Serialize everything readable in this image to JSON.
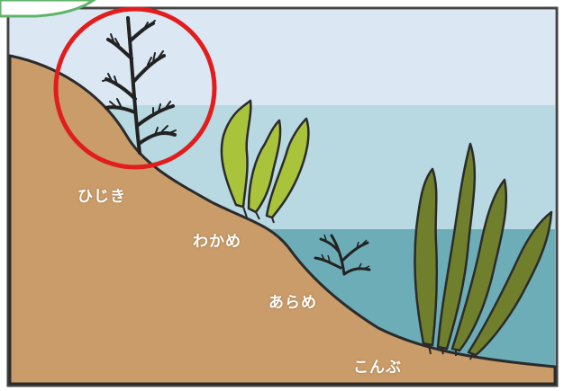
{
  "labels": {
    "hijiki": "ひじき",
    "wakame": "わかめ",
    "arame": "あらめ",
    "konbu": "こんぶ"
  },
  "colors": {
    "sky": "#d9e8f4",
    "shallow_water": "#b7d9e0",
    "deep_water": "#6aacb6",
    "seabed": "#c99d6b",
    "highlight_circle": "#e02020",
    "wakame": "#a8c23a",
    "konbu": "#6e7f2a",
    "dark_seaweed": "#2b2b2b"
  },
  "icons": {
    "corner_tab": "green-tab-icon",
    "highlight": "red-circle-highlight"
  }
}
